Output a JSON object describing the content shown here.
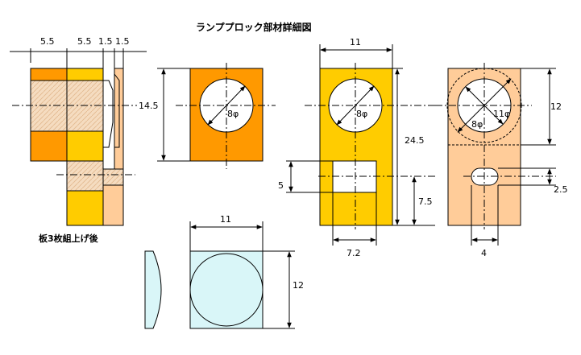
{
  "title": "ランププロック部材詳細図",
  "colors": {
    "orange": "#FF9900",
    "yellow": "#FFCC00",
    "peach": "#FFCC99",
    "hatch": "#F5DCC0",
    "lens": "#D9F6F8",
    "outline": "#000000"
  },
  "assembled_view": {
    "label": "板3枚組上げ後",
    "dim_top": [
      "5.5",
      "5.5",
      "1.5",
      "1.5"
    ]
  },
  "orange_plate": {
    "height_label": "14.5",
    "hole_label": "8φ"
  },
  "yellow_plate": {
    "width_label": "11",
    "height_label": "24.5",
    "hole_label": "8φ",
    "window_height_label": "5",
    "window_offset_label": "7.5",
    "window_width_label": "7.2"
  },
  "peach_plate": {
    "height_label": "12",
    "hole_label": "8φ",
    "outer_hole_label": "11φ",
    "slot_height_label": "2.5",
    "slot_width_label": "4"
  },
  "lens_view": {
    "width_label": "11",
    "height_label": "12"
  }
}
